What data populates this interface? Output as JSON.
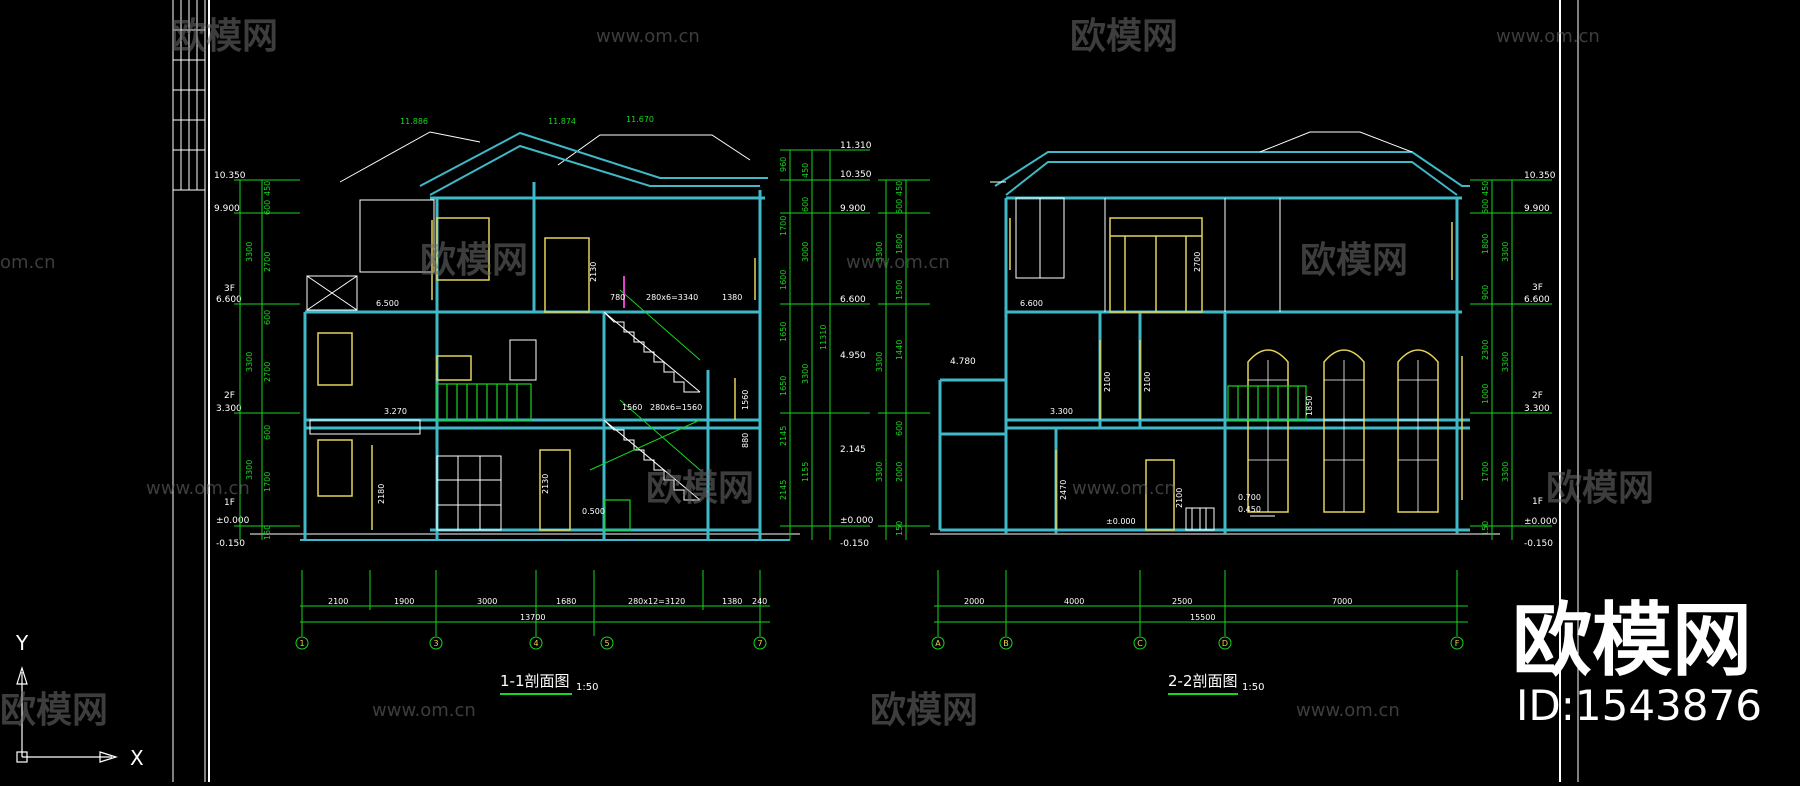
{
  "colors": {
    "background": "#000000",
    "structure": "#3fb8c8",
    "dimension": "#17d61f",
    "white": "#ffffff",
    "yellow": "#e6d25a",
    "magenta": "#e040c8"
  },
  "ucs": {
    "x_label": "X",
    "y_label": "Y"
  },
  "sections": [
    {
      "title": "1-1剖面图",
      "scale": "1:50",
      "left_levels": [
        "10.350",
        "9.900",
        "3F",
        "6.600",
        "2F",
        "3.300",
        "1F",
        "±0.000",
        "-0.150"
      ],
      "right_levels": [
        "11.310",
        "10.350",
        "9.900",
        "6.600",
        "4.950",
        "2.145",
        "±0.000",
        "-0.150"
      ],
      "left_dims": [
        "450",
        "600",
        "3300",
        "2700",
        "600",
        "3300",
        "2700",
        "600",
        "3300",
        "1700",
        "150"
      ],
      "right_dims": [
        "960",
        "450",
        "600",
        "1700",
        "1600",
        "3000",
        "1650",
        "1650",
        "3300",
        "2145",
        "1155",
        "2145",
        "11310"
      ],
      "spans": [
        "2100",
        "1900",
        "3000",
        "1680",
        "280x12=3120",
        "1380",
        "240"
      ],
      "total": "13700",
      "axes": [
        "1",
        "3",
        "4",
        "5",
        "7"
      ],
      "room_levels": [
        "11.886",
        "11.874",
        "11.670",
        "6.500",
        "3.270",
        "0.500"
      ],
      "inner_dims": [
        "780",
        "280x6=3340",
        "1380",
        "1560",
        "280x6=1560",
        "2130",
        "2180",
        "2130",
        "1560",
        "880"
      ]
    },
    {
      "title": "2-2剖面图",
      "scale": "1:50",
      "left_levels": [
        "4.780"
      ],
      "right_levels": [
        "10.350",
        "9.900",
        "3F",
        "6.600",
        "2F",
        "3.300",
        "1F",
        "±0.000",
        "-0.150"
      ],
      "left_dims": [
        "450",
        "600",
        "3300",
        "1800",
        "1500",
        "3300",
        "1440",
        "600",
        "3300",
        "2000",
        "150"
      ],
      "right_dims": [
        "450",
        "600",
        "3300",
        "1800",
        "900",
        "3300",
        "2300",
        "1000",
        "3300",
        "1700",
        "150"
      ],
      "spans": [
        "2000",
        "4000",
        "2500",
        "7000"
      ],
      "total": "15500",
      "axes": [
        "A",
        "B",
        "C",
        "D",
        "F"
      ],
      "room_levels": [
        "6.600",
        "3.300",
        "±0.000",
        "0.700",
        "0.450"
      ],
      "inner_dims": [
        "2700",
        "2100",
        "2100",
        "1850",
        "2470",
        "2100"
      ]
    }
  ],
  "watermark": {
    "brand": "欧模网",
    "url": "www.om.cn",
    "url_short": "om.cn",
    "id": "ID:1543876"
  }
}
